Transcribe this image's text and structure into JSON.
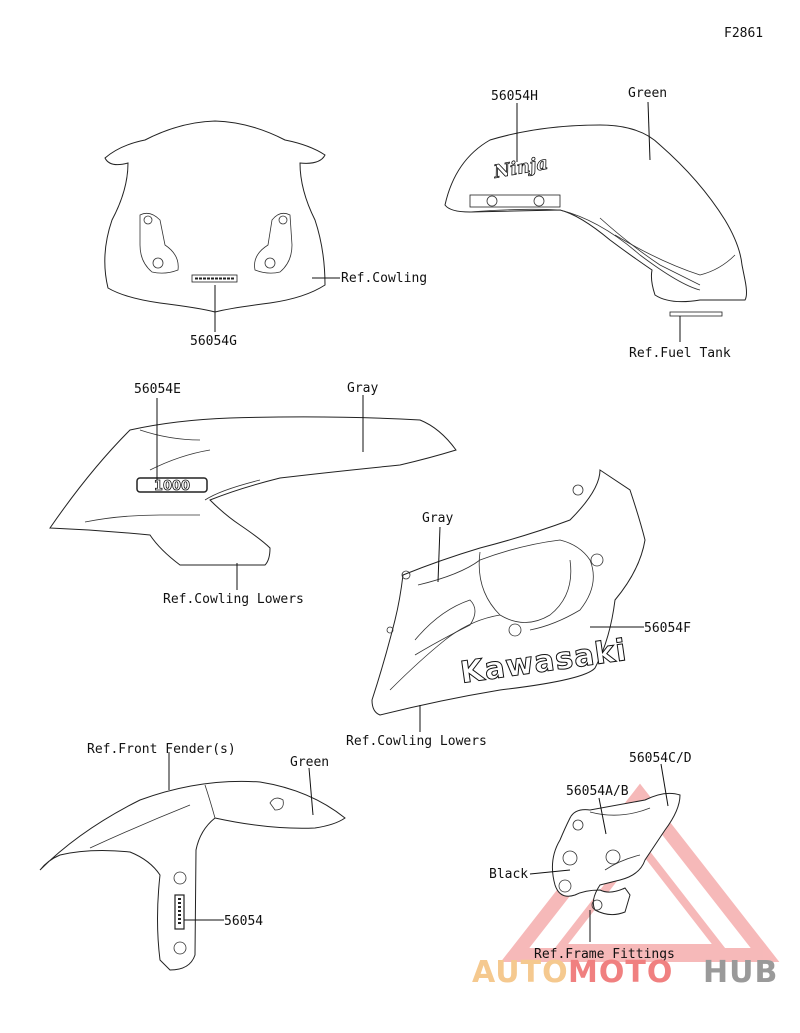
{
  "figure_id": "F2861",
  "parts": {
    "windshield": {
      "part_no": "56054G",
      "ref": "Ref.Cowling"
    },
    "fuel_tank": {
      "part_no": "56054H",
      "color": "Green",
      "ref": "Ref.Fuel Tank",
      "logo_text": "Ninja"
    },
    "cowling_left": {
      "part_no": "56054E",
      "color": "Gray",
      "ref": "Ref.Cowling Lowers",
      "emblem_text": "1000"
    },
    "cowling_right": {
      "part_no": "56054F",
      "color": "Gray",
      "ref": "Ref.Cowling Lowers",
      "logo_text": "Kawasaki"
    },
    "front_fender": {
      "part_no": "56054",
      "color": "Green",
      "ref": "Ref.Front Fender(s)"
    },
    "frame_fittings": {
      "part_no_a": "56054A/B",
      "part_no_c": "56054C/D",
      "color": "Black",
      "ref": "Ref.Frame Fittings"
    }
  },
  "watermark": {
    "part1": "AUTO",
    "part2": "MOTO",
    "part3": "HUB",
    "accent_color": "#f08080",
    "dark_color": "#9a9a9a"
  }
}
